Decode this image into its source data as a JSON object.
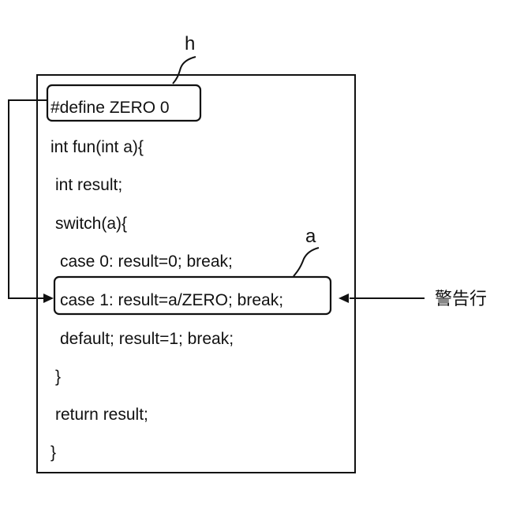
{
  "code_lines": [
    "#define ZERO 0",
    "int fun(int a){",
    "int result;",
    "switch(a){",
    "case 0: result=0; break;",
    "case 1: result=a/ZERO; break;",
    "default; result=1; break;",
    "}",
    "return result;",
    "}"
  ],
  "labels": {
    "define_ref": "h",
    "warning_ref": "a",
    "warning_line": "警告行"
  },
  "colors": {
    "ink": "#111111",
    "background": "#ffffff"
  }
}
